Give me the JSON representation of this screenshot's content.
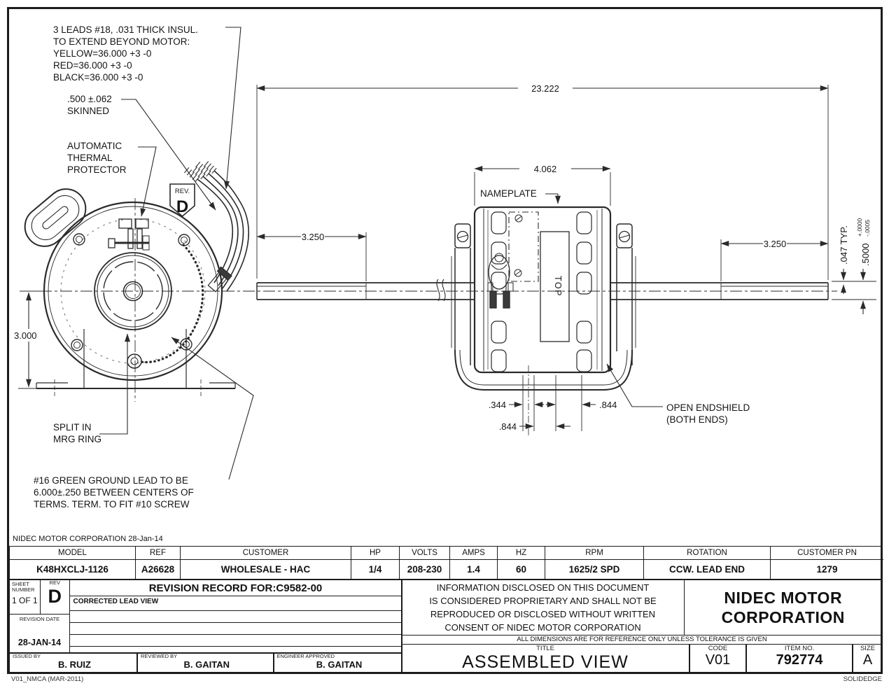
{
  "colors": {
    "line": "#2a2a2a",
    "text": "#111111",
    "background": "#ffffff"
  },
  "drawing": {
    "callouts": {
      "leads_line1": "3 LEADS #18, .031 THICK INSUL.",
      "leads_line2": "TO EXTEND BEYOND MOTOR:",
      "leads_line3": "YELLOW=36.000 +3 -0",
      "leads_line4": "RED=36.000 +3 -0",
      "leads_line5": "BLACK=36.000 +3 -0",
      "skinned_line1": ".500 ±.062",
      "skinned_line2": "SKINNED",
      "thermal_line1": "AUTOMATIC",
      "thermal_line2": "THERMAL",
      "thermal_line3": "PROTECTOR",
      "split_line1": "SPLIT IN",
      "split_line2": "MRG RING",
      "ground_line1": "#16 GREEN GROUND LEAD TO BE",
      "ground_line2": "6.000±.250 BETWEEN CENTERS OF",
      "ground_line3": "TERMS. TERM. TO FIT #10 SCREW",
      "nameplate": "NAMEPLATE",
      "open_endshield_line1": "OPEN ENDSHIELD",
      "open_endshield_line2": "(BOTH ENDS)",
      "top_label": "TOP"
    },
    "rev_badge": {
      "label": "REV.",
      "value": "D"
    },
    "dims": {
      "overall": "23.222",
      "body": "4.062",
      "shaft_ext_left": "3.250",
      "shaft_ext_right": "3.250",
      "height": "3.000",
      "foot_344": ".344",
      "foot_844_right": ".844",
      "foot_844_lower": ".844",
      "typ_047": ".047  TYP.",
      "shaft_dia": ".5000",
      "dia_tol_plus": "+.0000",
      "dia_tol_minus": "-.0005"
    }
  },
  "stamp": "NIDEC MOTOR CORPORATION 28-Jan-14",
  "spec_table": {
    "columns": [
      "MODEL",
      "REF",
      "CUSTOMER",
      "HP",
      "VOLTS",
      "AMPS",
      "HZ",
      "RPM",
      "ROTATION",
      "CUSTOMER PN"
    ],
    "values": [
      "K48HXCLJ-1126",
      "A26628",
      "WHOLESALE - HAC",
      "1/4",
      "208-230",
      "1.4",
      "60",
      "1625/2 SPD",
      "CCW. LEAD END",
      "1279"
    ]
  },
  "revision_block": {
    "sheet_label_1": "SHEET",
    "sheet_label_2": "NUMBER",
    "sheet_value": "1 OF 1",
    "rev_label": "REV",
    "rev_value": "D",
    "record_title": "REVISION RECORD FOR: ",
    "record_number": "C9582-00",
    "record_note": "CORRECTED LEAD VIEW",
    "revision_date_label": "REVISION DATE",
    "revision_date": "28-JAN-14",
    "issued_by_label": "ISSUED BY",
    "issued_by": "B. RUIZ",
    "reviewed_by_label": "REVIEWED BY",
    "reviewed_by": "B. GAITAN",
    "engineer_label": "ENGINEER APPROVED",
    "engineer": "B. GAITAN"
  },
  "title_block": {
    "proprietary_line1": "INFORMATION DISCLOSED ON THIS DOCUMENT",
    "proprietary_line2": "IS CONSIDERED PROPRIETARY AND SHALL NOT BE",
    "proprietary_line3": "REPRODUCED OR DISCLOSED WITHOUT WRITTEN",
    "proprietary_line4": "CONSENT OF NIDEC MOTOR CORPORATION",
    "company_line1": "NIDEC MOTOR",
    "company_line2": "CORPORATION",
    "tolerance_note": "ALL DIMENSIONS ARE FOR REFERENCE ONLY UNLESS TOLERANCE IS GIVEN",
    "title_label": "TITLE",
    "title": "ASSEMBLED VIEW",
    "code_label": "CODE",
    "code": "V01",
    "item_label": "ITEM NO.",
    "item": "792774",
    "size_label": "SIZE",
    "size": "A"
  },
  "footer": {
    "left": "V01_NMCA (MAR-2011)",
    "right": "SOLIDEDGE"
  }
}
